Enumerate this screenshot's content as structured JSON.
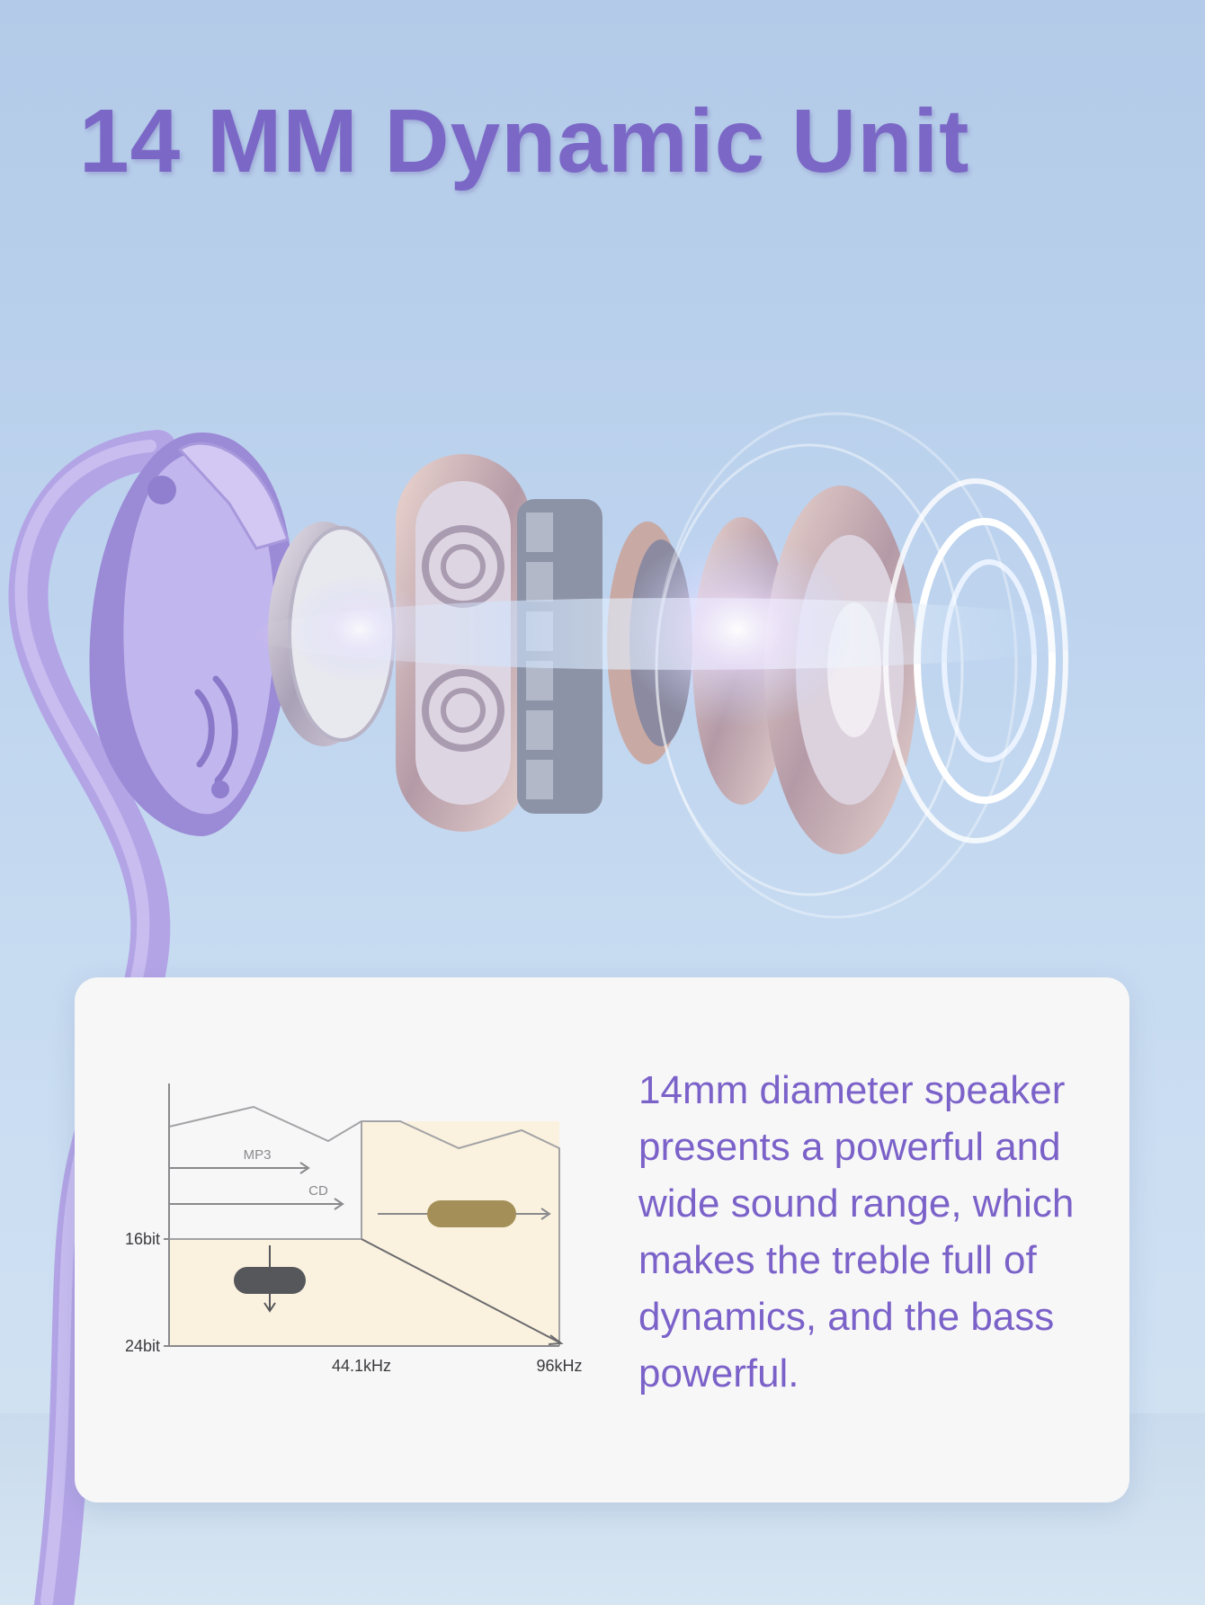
{
  "headline": "14 MM Dynamic Unit",
  "colors": {
    "accent": "#7b68c6",
    "earhook": "#b3a4e6",
    "card_background": "#f7f7f8",
    "graph_hires_fill": "#fbf1df",
    "graph_pill_gold": "#a38f57",
    "graph_pill_gray": "#55575a"
  },
  "graph": {
    "arrow_mp3": "MP3",
    "arrow_cd": "CD",
    "y_label_16bit": "16bit",
    "y_label_24bit": "24bit",
    "x_label_44k": "44.1kHz",
    "x_label_96k": "96kHz"
  },
  "description": "14mm diameter speaker presents a powerful and wide sound range, which makes the treble full of dynamics, and the bass powerful."
}
